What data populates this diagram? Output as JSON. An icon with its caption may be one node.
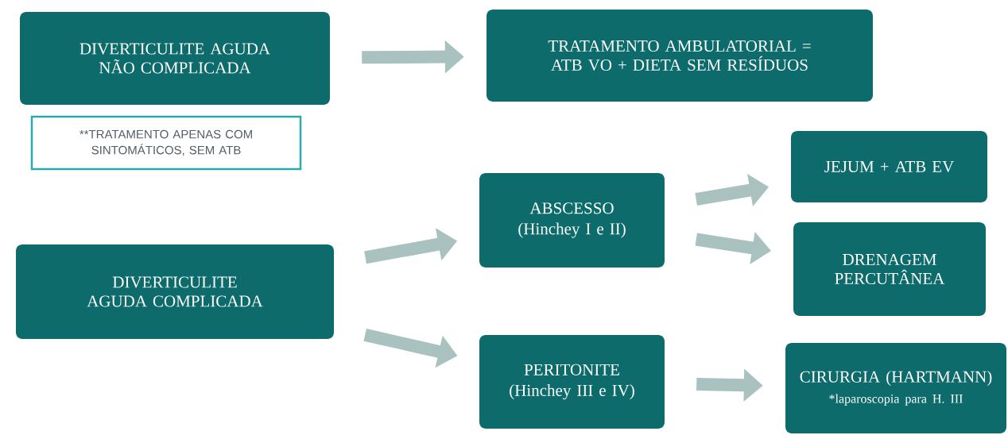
{
  "diagram": {
    "nodes": [
      {
        "text": [
          "DIVERTICULITE AGUDA NÃO COMPLICADA"
        ]
      },
      {
        "text": [
          "TRATAMENTO AMBULATORIAL = ATB VO + DIETA SEM RESÍDUOS"
        ]
      },
      {
        "text": [
          "**TRATAMENTO APENAS COM SINTOMÁTICOS, SEM ATB"
        ]
      },
      {
        "text": [
          "ABSCESSO",
          "(Hinchey I e II)"
        ]
      },
      {
        "text": [
          "JEJUM + ATB EV"
        ]
      },
      {
        "text": [
          "DIVERTICULITE AGUDA COMPLICADA"
        ]
      },
      {
        "text": [
          "DRENAGEM PERCUTÂNEA"
        ]
      },
      {
        "text": [
          "PERITONITE",
          "(Hinchey III e IV)"
        ]
      },
      {
        "text": [
          "CIRURGIA (HARTMANN)",
          "*laparoscopia para H. III"
        ]
      }
    ],
    "edges": [
      {
        "from": 0,
        "to": 1,
        "arrow": "to"
      },
      {
        "from": 5,
        "to": 3,
        "arrow": "to"
      },
      {
        "from": 5,
        "to": 7,
        "arrow": "to"
      },
      {
        "from": 3,
        "to": 4,
        "arrow": "to"
      },
      {
        "from": 3,
        "to": 6,
        "arrow": "to"
      },
      {
        "from": 7,
        "to": 8,
        "arrow": "to"
      }
    ]
  }
}
